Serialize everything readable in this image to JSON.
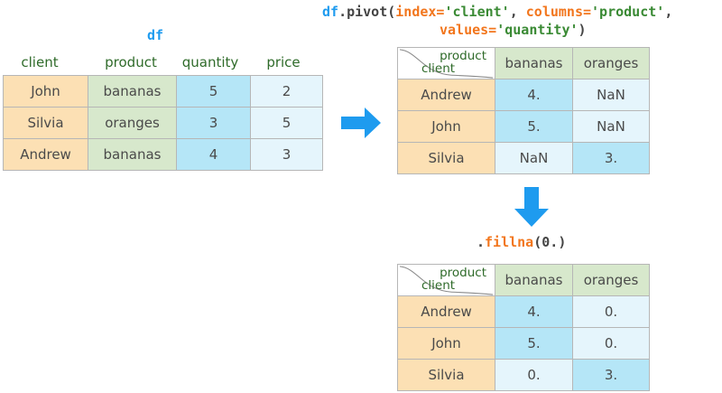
{
  "source_table": {
    "title": "df",
    "columns": [
      "client",
      "product",
      "quantity",
      "price"
    ],
    "rows": [
      [
        "John",
        "bananas",
        "5",
        "2"
      ],
      [
        "Silvia",
        "oranges",
        "3",
        "5"
      ],
      [
        "Andrew",
        "bananas",
        "4",
        "3"
      ]
    ]
  },
  "pivot_code": {
    "obj": "df",
    "dot_method": ".pivot(",
    "arg1_key": "index=",
    "arg1_val": "'client'",
    "comma1": ", ",
    "arg2_key": "columns=",
    "arg2_val": "'product'",
    "comma2": ",",
    "arg3_key": "values=",
    "arg3_val": "'quantity'",
    "close": ")"
  },
  "pivot_table": {
    "corner_top_label": "product",
    "corner_bottom_label": "client",
    "columns": [
      "bananas",
      "oranges"
    ],
    "rows": [
      {
        "index": "Andrew",
        "values": [
          "4.",
          "NaN"
        ],
        "fills": [
          "blue",
          "pale"
        ]
      },
      {
        "index": "John",
        "values": [
          "5.",
          "NaN"
        ],
        "fills": [
          "blue",
          "pale"
        ]
      },
      {
        "index": "Silvia",
        "values": [
          "NaN",
          "3."
        ],
        "fills": [
          "pale",
          "blue"
        ]
      }
    ]
  },
  "fillna_code": {
    "dot": ".",
    "method": "fillna",
    "open": "(",
    "value": "0.",
    "close": ")"
  },
  "fillna_table": {
    "corner_top_label": "product",
    "corner_bottom_label": "client",
    "columns": [
      "bananas",
      "oranges"
    ],
    "rows": [
      {
        "index": "Andrew",
        "values": [
          "4.",
          "0."
        ],
        "fills": [
          "blue",
          "pale"
        ]
      },
      {
        "index": "John",
        "values": [
          "5.",
          "0."
        ],
        "fills": [
          "blue",
          "pale"
        ]
      },
      {
        "index": "Silvia",
        "values": [
          "0.",
          "3."
        ],
        "fills": [
          "pale",
          "blue"
        ]
      }
    ]
  },
  "arrows": {
    "right_arrow": "right-arrow",
    "down_arrow": "down-arrow",
    "color": "#1e9bef"
  },
  "colors": {
    "orange": "#fce0b4",
    "green": "#d7e8cc",
    "blue": "#b5e6f7",
    "pale_blue": "#e5f5fc",
    "header_text": "#2f6b2a",
    "accent": "#1e9bef",
    "keyword": "#f2761d",
    "string": "#3a8a34"
  }
}
